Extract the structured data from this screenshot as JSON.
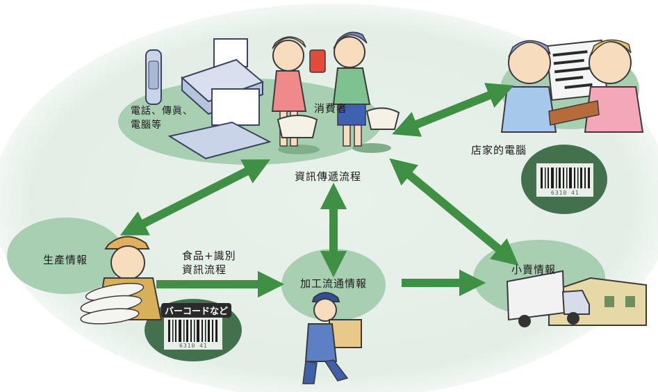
{
  "colors": {
    "background_oval": "#e3eee6",
    "green_blob": "#a9cfb3",
    "dark_blob": "#43704d",
    "arrow": "#3f8f44"
  },
  "labels": {
    "devices_line1": "電話、傳眞、",
    "devices_line2": "電腦等",
    "consumer": "消費者",
    "info_flow": "資訊傳遞流程",
    "store_pc": "店家的電腦",
    "production": "生產情報",
    "food_id_line1": "食品+識別",
    "food_id_line2": "資訊流程",
    "processing": "加工流通情報",
    "retail": "小賣情報",
    "barcode_badge": "バーコードなど",
    "barcode_number": "6310 41"
  },
  "icons": [
    "telephone-icon",
    "fax-machine-icon",
    "computer-icon",
    "consumers-illustration",
    "store-staff-illustration",
    "farmer-illustration",
    "delivery-worker-illustration",
    "delivery-truck-icon",
    "warehouse-icon",
    "barcode-icon"
  ]
}
